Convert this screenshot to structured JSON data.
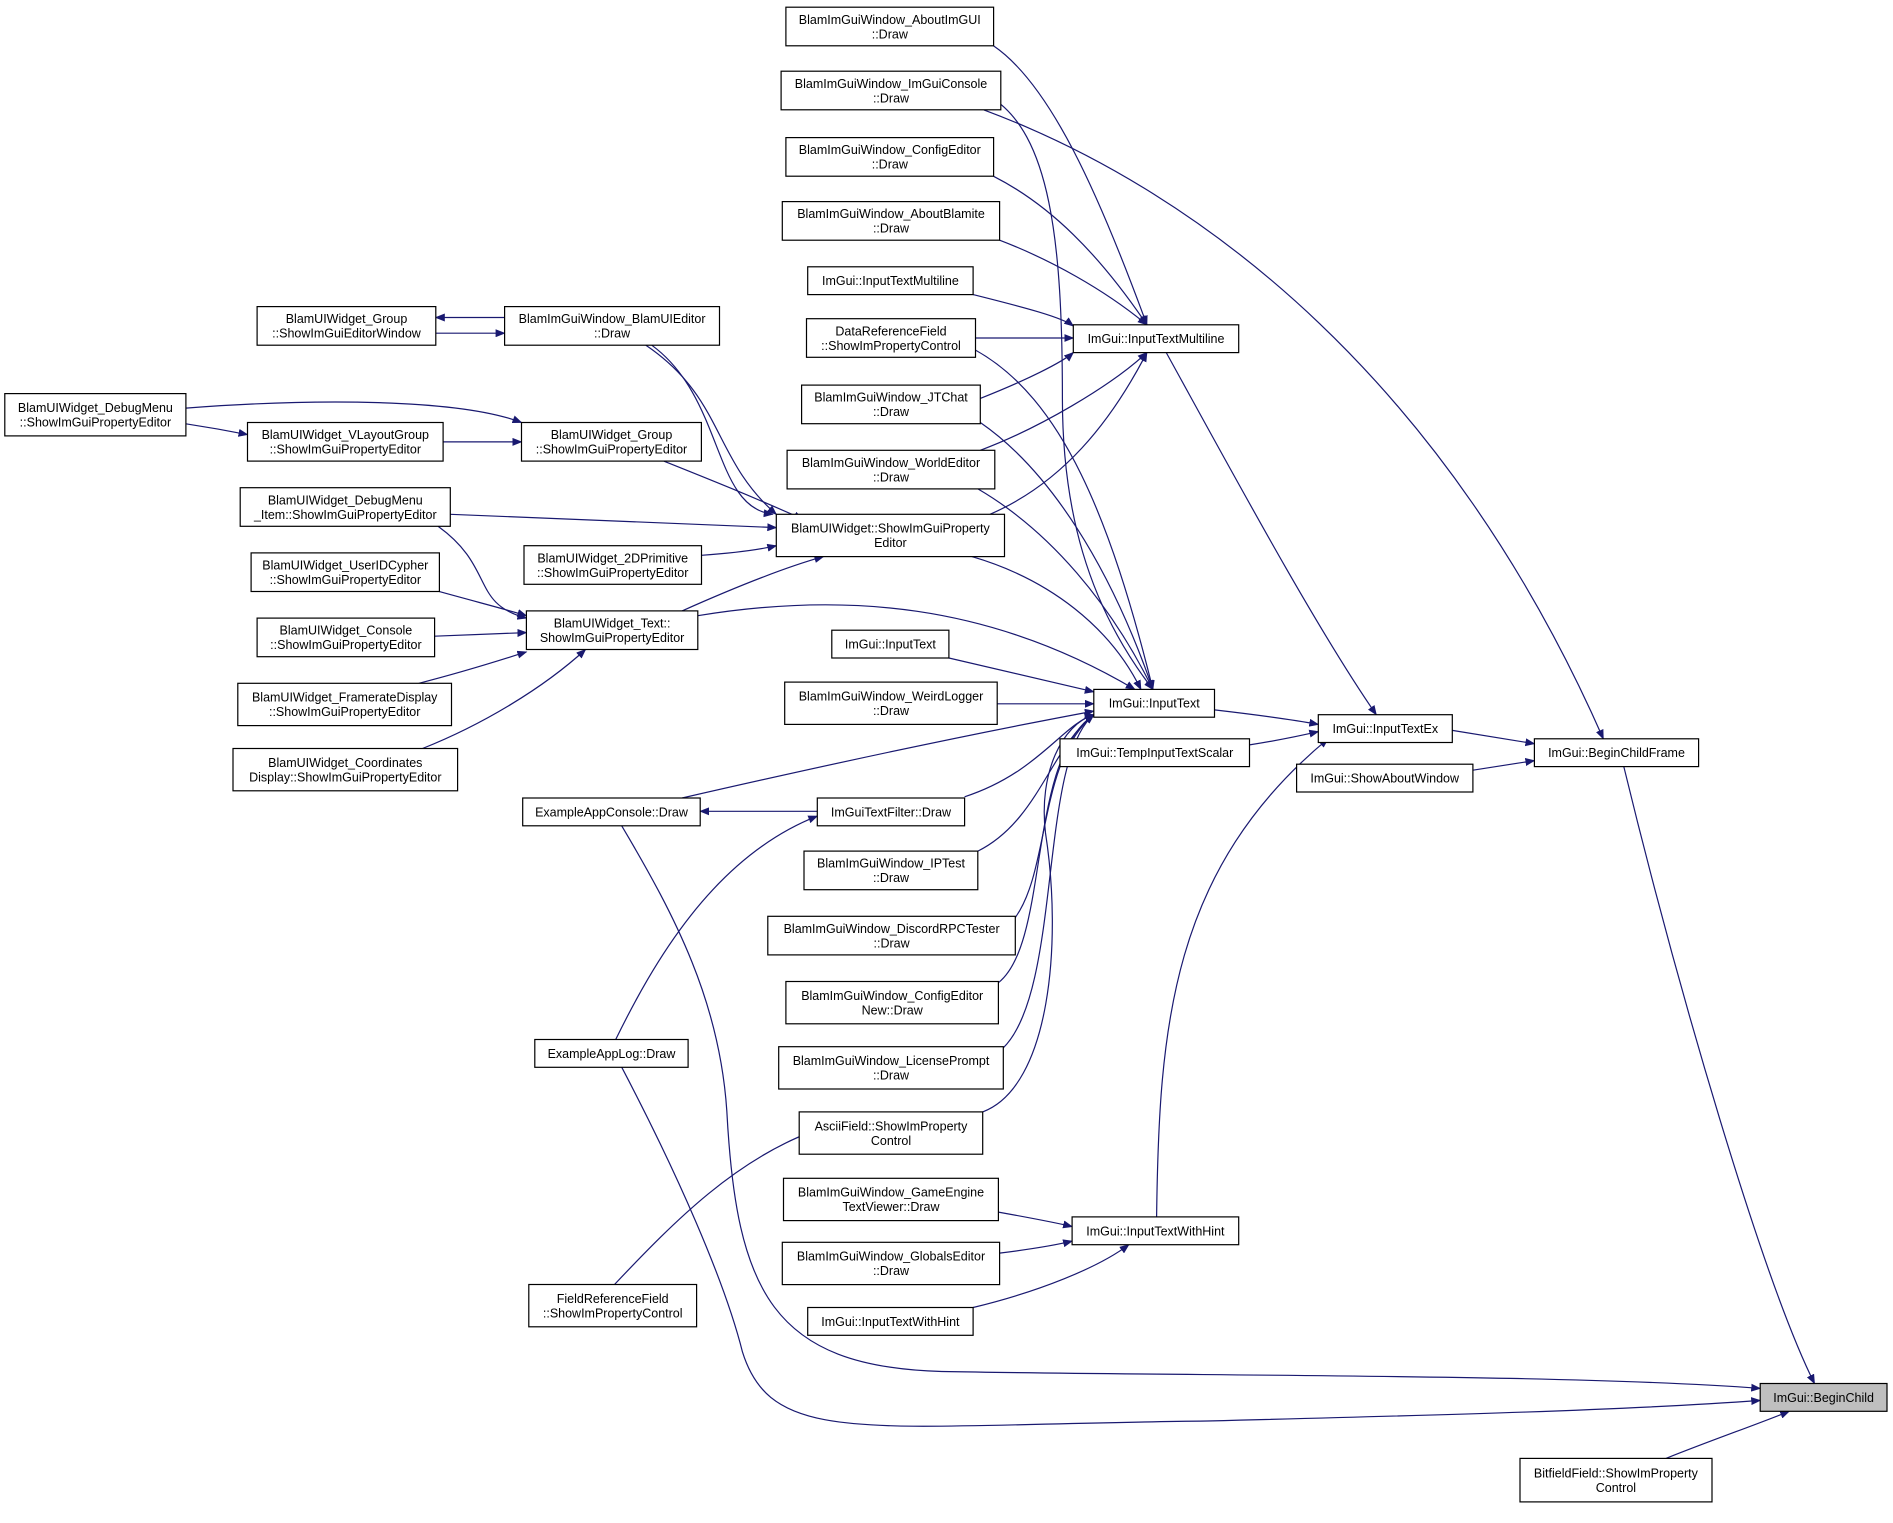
{
  "graph": {
    "edge_color": "#191970",
    "root_fill": "#bfbfbf",
    "nodes": [
      {
        "id": "beginchild",
        "lines": [
          "ImGui::BeginChild"
        ],
        "root": true
      },
      {
        "id": "beginchildframe",
        "lines": [
          "ImGui::BeginChildFrame"
        ]
      },
      {
        "id": "inputtextex",
        "lines": [
          "ImGui::InputTextEx"
        ]
      },
      {
        "id": "showaboutwindow",
        "lines": [
          "ImGui::ShowAboutWindow"
        ]
      },
      {
        "id": "inputtext",
        "lines": [
          "ImGui::InputText"
        ]
      },
      {
        "id": "tempinputtextscalar",
        "lines": [
          "ImGui::TempInputTextScalar"
        ]
      },
      {
        "id": "inputtextmultiline_main",
        "lines": [
          "ImGui::InputTextMultiline"
        ]
      },
      {
        "id": "inputtextwithhint_main",
        "lines": [
          "ImGui::InputTextWithHint"
        ]
      },
      {
        "id": "bitfieldfield",
        "lines": [
          "BitfieldField::ShowImProperty",
          "Control"
        ]
      },
      {
        "id": "aboutimgui",
        "lines": [
          "BlamImGuiWindow_AboutImGUI",
          "::Draw"
        ]
      },
      {
        "id": "imguiconsole",
        "lines": [
          "BlamImGuiWindow_ImGuiConsole",
          "::Draw"
        ]
      },
      {
        "id": "configeditor",
        "lines": [
          "BlamImGuiWindow_ConfigEditor",
          "::Draw"
        ]
      },
      {
        "id": "aboutblamite",
        "lines": [
          "BlamImGuiWindow_AboutBlamite",
          "::Draw"
        ]
      },
      {
        "id": "inputtextmultiline_leaf",
        "lines": [
          "ImGui::InputTextMultiline"
        ]
      },
      {
        "id": "datareferencefield",
        "lines": [
          "DataReferenceField",
          "::ShowImPropertyControl"
        ]
      },
      {
        "id": "jtchat",
        "lines": [
          "BlamImGuiWindow_JTChat",
          "::Draw"
        ]
      },
      {
        "id": "worldeditor",
        "lines": [
          "BlamImGuiWindow_WorldEditor",
          "::Draw"
        ]
      },
      {
        "id": "widget_showimgui",
        "lines": [
          "BlamUIWidget::ShowImGuiProperty",
          "Editor"
        ]
      },
      {
        "id": "inputtext_leaf",
        "lines": [
          "ImGui::InputText"
        ]
      },
      {
        "id": "weirdlogger",
        "lines": [
          "BlamImGuiWindow_WeirdLogger",
          "::Draw"
        ]
      },
      {
        "id": "textfilter",
        "lines": [
          "ImGuiTextFilter::Draw"
        ]
      },
      {
        "id": "iptest",
        "lines": [
          "BlamImGuiWindow_IPTest",
          "::Draw"
        ]
      },
      {
        "id": "discordrpc",
        "lines": [
          "BlamImGuiWindow_DiscordRPCTester",
          "::Draw"
        ]
      },
      {
        "id": "configeditornew",
        "lines": [
          "BlamImGuiWindow_ConfigEditor",
          "New::Draw"
        ]
      },
      {
        "id": "licenseprompt",
        "lines": [
          "BlamImGuiWindow_LicensePrompt",
          "::Draw"
        ]
      },
      {
        "id": "asciifield",
        "lines": [
          "AsciiField::ShowImProperty",
          "Control"
        ]
      },
      {
        "id": "gameenginetextviewer",
        "lines": [
          "BlamImGuiWindow_GameEngine",
          "TextViewer::Draw"
        ]
      },
      {
        "id": "globalseditor",
        "lines": [
          "BlamImGuiWindow_GlobalsEditor",
          "::Draw"
        ]
      },
      {
        "id": "inputtextwithhint_leaf",
        "lines": [
          "ImGui::InputTextWithHint"
        ]
      },
      {
        "id": "blamuieditor",
        "lines": [
          "BlamImGuiWindow_BlamUIEditor",
          "::Draw"
        ]
      },
      {
        "id": "group_window",
        "lines": [
          "BlamUIWidget_Group",
          "::ShowImGuiEditorWindow"
        ]
      },
      {
        "id": "group_prop",
        "lines": [
          "BlamUIWidget_Group",
          "::ShowImGuiPropertyEditor"
        ]
      },
      {
        "id": "vlayoutgroup",
        "lines": [
          "BlamUIWidget_VLayoutGroup",
          "::ShowImGuiPropertyEditor"
        ]
      },
      {
        "id": "debugmenu",
        "lines": [
          "BlamUIWidget_DebugMenu",
          "::ShowImGuiPropertyEditor"
        ]
      },
      {
        "id": "debugmenu_item",
        "lines": [
          "BlamUIWidget_DebugMenu",
          "_Item::ShowImGuiPropertyEditor"
        ]
      },
      {
        "id": "primitive2d",
        "lines": [
          "BlamUIWidget_2DPrimitive",
          "::ShowImGuiPropertyEditor"
        ]
      },
      {
        "id": "text_prop",
        "lines": [
          "BlamUIWidget_Text::",
          "ShowImGuiPropertyEditor"
        ]
      },
      {
        "id": "useridcypher",
        "lines": [
          "BlamUIWidget_UserIDCypher",
          "::ShowImGuiPropertyEditor"
        ]
      },
      {
        "id": "console",
        "lines": [
          "BlamUIWidget_Console",
          "::ShowImGuiPropertyEditor"
        ]
      },
      {
        "id": "frameratedisplay",
        "lines": [
          "BlamUIWidget_FramerateDisplay",
          "::ShowImGuiPropertyEditor"
        ]
      },
      {
        "id": "coordinatesdisplay",
        "lines": [
          "BlamUIWidget_Coordinates",
          "Display::ShowImGuiPropertyEditor"
        ]
      },
      {
        "id": "exampleappconsole",
        "lines": [
          "ExampleAppConsole::Draw"
        ]
      },
      {
        "id": "exampleapplog",
        "lines": [
          "ExampleAppLog::Draw"
        ]
      },
      {
        "id": "fieldreferencefield",
        "lines": [
          "FieldReferenceField",
          "::ShowImPropertyControl"
        ]
      }
    ],
    "edges": [
      [
        "beginchildframe",
        "beginchild"
      ],
      [
        "exampleappconsole",
        "beginchild"
      ],
      [
        "exampleapplog",
        "beginchild"
      ],
      [
        "bitfieldfield",
        "beginchild"
      ],
      [
        "inputtextex",
        "beginchildframe"
      ],
      [
        "showaboutwindow",
        "beginchildframe"
      ],
      [
        "imguiconsole",
        "beginchildframe"
      ],
      [
        "inputtext",
        "inputtextex"
      ],
      [
        "tempinputtextscalar",
        "inputtextex"
      ],
      [
        "inputtextmultiline_main",
        "inputtextex"
      ],
      [
        "inputtextwithhint_main",
        "inputtextex"
      ],
      [
        "aboutimgui",
        "inputtextmultiline_main"
      ],
      [
        "configeditor",
        "inputtextmultiline_main"
      ],
      [
        "aboutblamite",
        "inputtextmultiline_main"
      ],
      [
        "inputtextmultiline_leaf",
        "inputtextmultiline_main"
      ],
      [
        "datareferencefield",
        "inputtextmultiline_main"
      ],
      [
        "jtchat",
        "inputtextmultiline_main"
      ],
      [
        "worldeditor",
        "inputtextmultiline_main"
      ],
      [
        "widget_showimgui",
        "inputtextmultiline_main"
      ],
      [
        "imguiconsole",
        "inputtext"
      ],
      [
        "datareferencefield",
        "inputtext"
      ],
      [
        "jtchat",
        "inputtext"
      ],
      [
        "worldeditor",
        "inputtext"
      ],
      [
        "widget_showimgui",
        "inputtext"
      ],
      [
        "text_prop",
        "inputtext"
      ],
      [
        "inputtext_leaf",
        "inputtext"
      ],
      [
        "weirdlogger",
        "inputtext"
      ],
      [
        "exampleappconsole",
        "inputtext"
      ],
      [
        "textfilter",
        "inputtext"
      ],
      [
        "iptest",
        "inputtext"
      ],
      [
        "discordrpc",
        "inputtext"
      ],
      [
        "configeditornew",
        "inputtext"
      ],
      [
        "licenseprompt",
        "inputtext"
      ],
      [
        "asciifield",
        "inputtext"
      ],
      [
        "gameenginetextviewer",
        "inputtextwithhint_main"
      ],
      [
        "globalseditor",
        "inputtextwithhint_main"
      ],
      [
        "inputtextwithhint_leaf",
        "inputtextwithhint_main"
      ],
      [
        "blamuieditor",
        "widget_showimgui"
      ],
      [
        "group_prop",
        "widget_showimgui"
      ],
      [
        "debugmenu_item",
        "widget_showimgui"
      ],
      [
        "primitive2d",
        "widget_showimgui"
      ],
      [
        "text_prop",
        "widget_showimgui"
      ],
      [
        "blamuieditor",
        "group_window"
      ],
      [
        "group_window",
        "blamuieditor"
      ],
      [
        "vlayoutgroup",
        "group_prop"
      ],
      [
        "debugmenu",
        "group_prop"
      ],
      [
        "debugmenu",
        "vlayoutgroup"
      ],
      [
        "blamuieditor",
        "text_prop"
      ],
      [
        "debugmenu_item",
        "text_prop"
      ],
      [
        "useridcypher",
        "text_prop"
      ],
      [
        "console",
        "text_prop"
      ],
      [
        "frameratedisplay",
        "text_prop"
      ],
      [
        "coordinatesdisplay",
        "text_prop"
      ],
      [
        "textfilter",
        "exampleappconsole"
      ],
      [
        "exampleapplog",
        "textfilter"
      ],
      [
        "fieldreferencefield",
        "asciifield"
      ]
    ]
  }
}
